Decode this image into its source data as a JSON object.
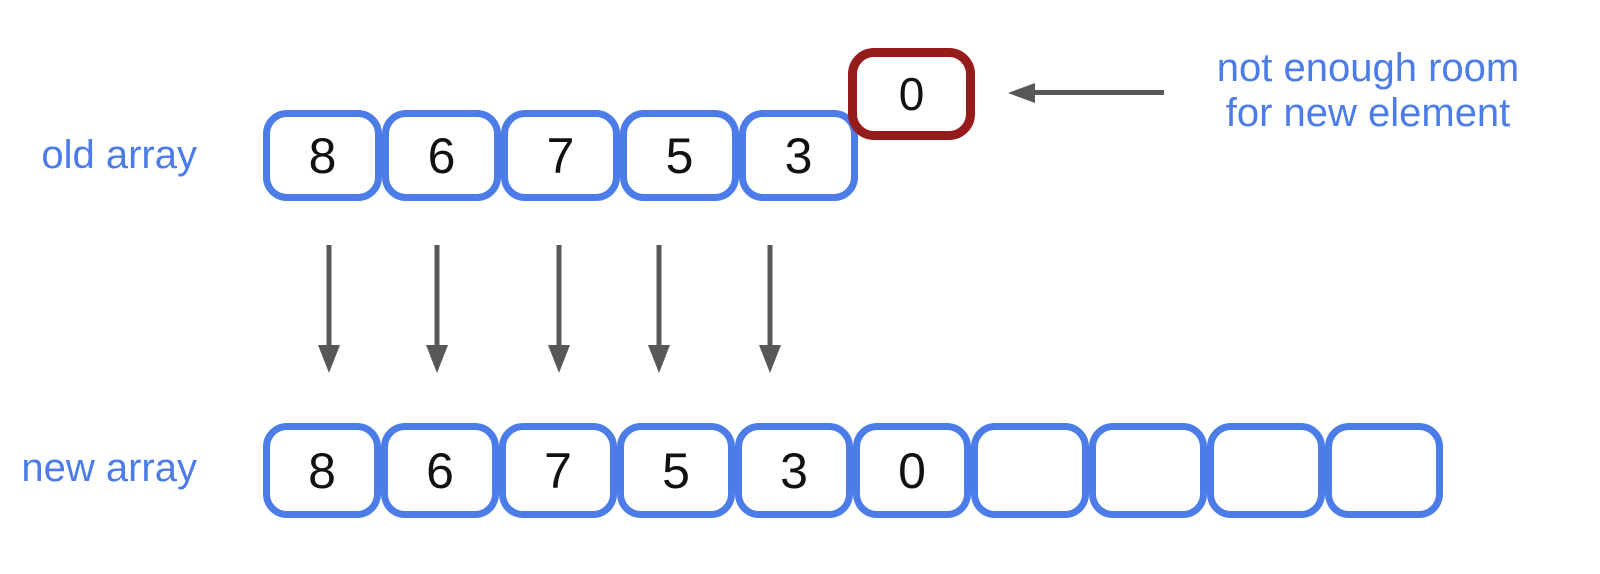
{
  "diagram": {
    "title_semantic": "array resize illustration",
    "old_array": {
      "label": "old array",
      "cells": [
        "8",
        "6",
        "7",
        "5",
        "3"
      ]
    },
    "overflow_box": {
      "value": "0"
    },
    "annotation": {
      "line1": "not enough room",
      "line2": "for new element"
    },
    "new_array": {
      "label": "new array",
      "cells": [
        "8",
        "6",
        "7",
        "5",
        "3",
        "0",
        "",
        "",
        "",
        ""
      ]
    },
    "icons": {
      "down_arrows": [
        "down-arrow-icon",
        "down-arrow-icon",
        "down-arrow-icon",
        "down-arrow-icon",
        "down-arrow-icon"
      ],
      "pointer_arrow": "left-arrow-icon"
    },
    "colors": {
      "array_blue": "#4b7ce8",
      "overflow_red": "#961b1b",
      "arrow_gray": "#58585a",
      "ink": "#111111"
    }
  }
}
